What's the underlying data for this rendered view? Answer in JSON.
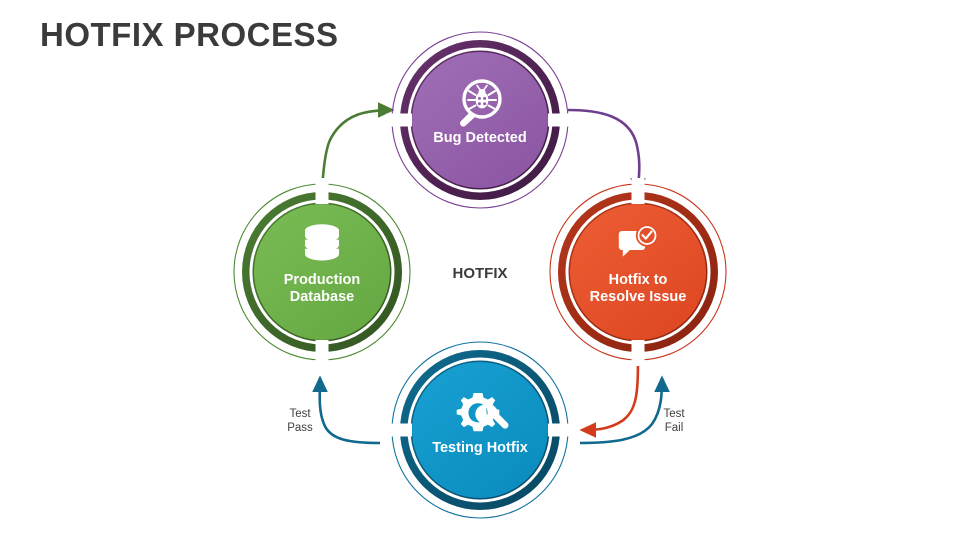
{
  "title": "HOTFIX PROCESS",
  "center": {
    "label": "HOTFIX"
  },
  "colors": {
    "title": "#3b3b3d",
    "background": "#ffffff",
    "purple_light": "#9562ac",
    "purple_dark": "#5a2a5e",
    "purple_ring": "#7b3f93",
    "red_light": "#e4502a",
    "red_dark": "#a32e17",
    "red_ring": "#c8341a",
    "blue_light": "#0e96c9",
    "blue_dark": "#0b5c7b",
    "blue_ring": "#1173a0",
    "green_light": "#6db149",
    "green_dark": "#3f6b2b",
    "green_ring": "#4a8a32",
    "arrow_green": "#4a7c33",
    "arrow_purple": "#6f3f8e",
    "arrow_red": "#d33b1b",
    "arrow_blue": "#11698e"
  },
  "nodes": [
    {
      "id": "bug-detected",
      "label": "Bug Detected",
      "icon": "bug-magnifier-icon",
      "position": "top",
      "color": "#9562ac"
    },
    {
      "id": "hotfix-to-resolve-issue",
      "label": "Hotfix to\nResolve Issue",
      "icon": "chat-check-icon",
      "position": "right",
      "color": "#e4502a"
    },
    {
      "id": "testing-hotfix",
      "label": "Testing Hotfix",
      "icon": "gear-wrench-icon",
      "position": "bottom",
      "color": "#0e96c9"
    },
    {
      "id": "production-database",
      "label": "Production\nDatabase",
      "icon": "database-icon",
      "position": "left",
      "color": "#6db149"
    }
  ],
  "connectors": [
    {
      "id": "db-to-bug",
      "from": "production-database",
      "to": "bug-detected",
      "label": "",
      "color": "#4a7c33"
    },
    {
      "id": "bug-to-hotfix",
      "from": "bug-detected",
      "to": "hotfix-to-resolve-issue",
      "label": "",
      "color": "#6f3f8e"
    },
    {
      "id": "hotfix-to-testing",
      "from": "hotfix-to-resolve-issue",
      "to": "testing-hotfix",
      "label": "",
      "color": "#d33b1b"
    },
    {
      "id": "testing-to-hotfix-fail",
      "from": "testing-hotfix",
      "to": "hotfix-to-resolve-issue",
      "label": "Test\nFail",
      "color": "#11698e"
    },
    {
      "id": "testing-to-db-pass",
      "from": "testing-hotfix",
      "to": "production-database",
      "label": "Test\nPass",
      "color": "#11698e"
    }
  ]
}
